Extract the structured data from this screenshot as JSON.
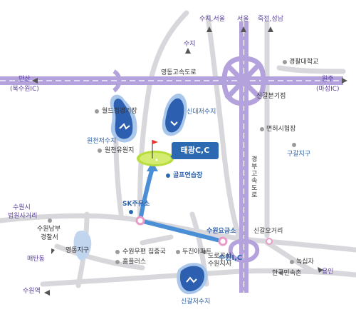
{
  "destination": "태광C,C",
  "labels": {
    "suji_seoul": "수지,서울",
    "seoul": "서울",
    "jukjeon_seongnam": "죽전,성남",
    "suji": "수지",
    "gyeongchal": "경찰대학교",
    "yeongdong_highway": "영동고속도로",
    "mansan": "만산",
    "bukbu": "(북수원IC)",
    "wonju": "원주",
    "maseong": "(마성IC)",
    "singal_junction": "신갈분기점",
    "wolde": "월드컵경기장",
    "singal_reservoir_north": "신대저수지",
    "wonchen_reservoir": "원천저수지",
    "wonchen_resort": "원천유원지",
    "myeonheo": "면허시험장",
    "gugal": "구갈지구",
    "golf_range": "골프연습장",
    "gyeongbu_highway": "경부고속도로",
    "sk_station": "SK주유소",
    "suwon_court_1": "수원시",
    "suwon_court_2": "법원사거리",
    "suwon_south_1": "수원남부",
    "suwon_south_2": "경찰서",
    "suwon_tollgate": "수원요금소",
    "singal_ogeori": "신갈오거리",
    "yeongtong": "영통지구",
    "suwon_post": "수원우편 집중국",
    "dujin": "두진아파트",
    "road_corp_1": "도로공사",
    "road_corp_2": "수원지사",
    "suwon_ic": "수원I,C",
    "noksipja": "녹십자",
    "yongin": "용인",
    "hankuk_folk": "한국민속촌",
    "homeplus": "홈플러스",
    "maetan": "매탄동",
    "suwon_station": "수원역",
    "singal_reservoir_south": "신갈저수지"
  },
  "colors": {
    "road": "#d9d9dd",
    "highway": "#b3a2dc",
    "route": "#4a8fd6",
    "water": "#2c5fb0",
    "destination": "#2c69b3",
    "golf_green": "#b8de3c",
    "poi": "#9a9a9a",
    "label_purple": "#5a3e9e",
    "label_blue": "#2a5fa8"
  }
}
